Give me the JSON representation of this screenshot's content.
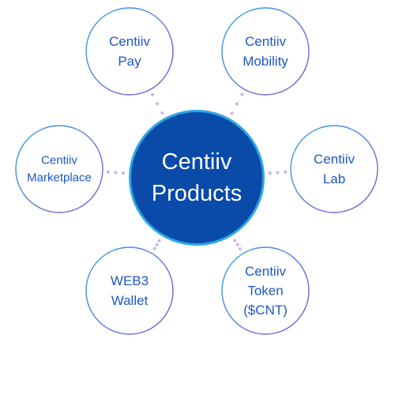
{
  "hub": {
    "lines": [
      "Centiiv",
      "Products"
    ],
    "fill": "#0a4aa8",
    "ring": "#2aa7e6",
    "text_color": "#ffffff"
  },
  "nodes": [
    {
      "id": "pay",
      "lines": [
        "Centiiv",
        "Pay"
      ]
    },
    {
      "id": "mobility",
      "lines": [
        "Centiiv",
        "Mobility"
      ]
    },
    {
      "id": "marketplace",
      "lines": [
        "Centiiv",
        "Marketplace"
      ]
    },
    {
      "id": "lab",
      "lines": [
        "Centiiv",
        "Lab"
      ]
    },
    {
      "id": "web3-wallet",
      "lines": [
        "WEB3",
        "Wallet"
      ]
    },
    {
      "id": "token",
      "lines": [
        "Centiiv",
        "Token",
        "($CNT)"
      ]
    }
  ],
  "colors": {
    "node_text": "#1d57c9",
    "node_ring_start": "#2aa7e6",
    "node_ring_end": "#8a4fd8",
    "connector_dots": "#c9b3ee"
  }
}
